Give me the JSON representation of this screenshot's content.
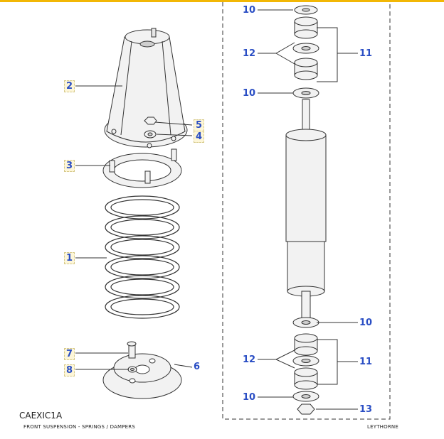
{
  "colors": {
    "accent": "#f2b705",
    "label": "#2a4ec4",
    "line": "#333333",
    "part_fill": "#f2f2f2",
    "part_shade": "#cfcfcf"
  },
  "callouts": {
    "c1": "1",
    "c2": "2",
    "c3": "3",
    "c4": "4",
    "c5": "5",
    "c6": "6",
    "c7": "7",
    "c8": "8",
    "c10a": "10",
    "c10b": "10",
    "c10c": "10",
    "c10d": "10",
    "c11a": "11",
    "c11b": "11",
    "c12a": "12",
    "c12b": "12",
    "c13": "13"
  },
  "caption": {
    "code": "CAEXIC1A",
    "title": "FRONT SUSPENSION - SPRINGS / DAMPERS",
    "brand": "LEYTHORNE"
  }
}
